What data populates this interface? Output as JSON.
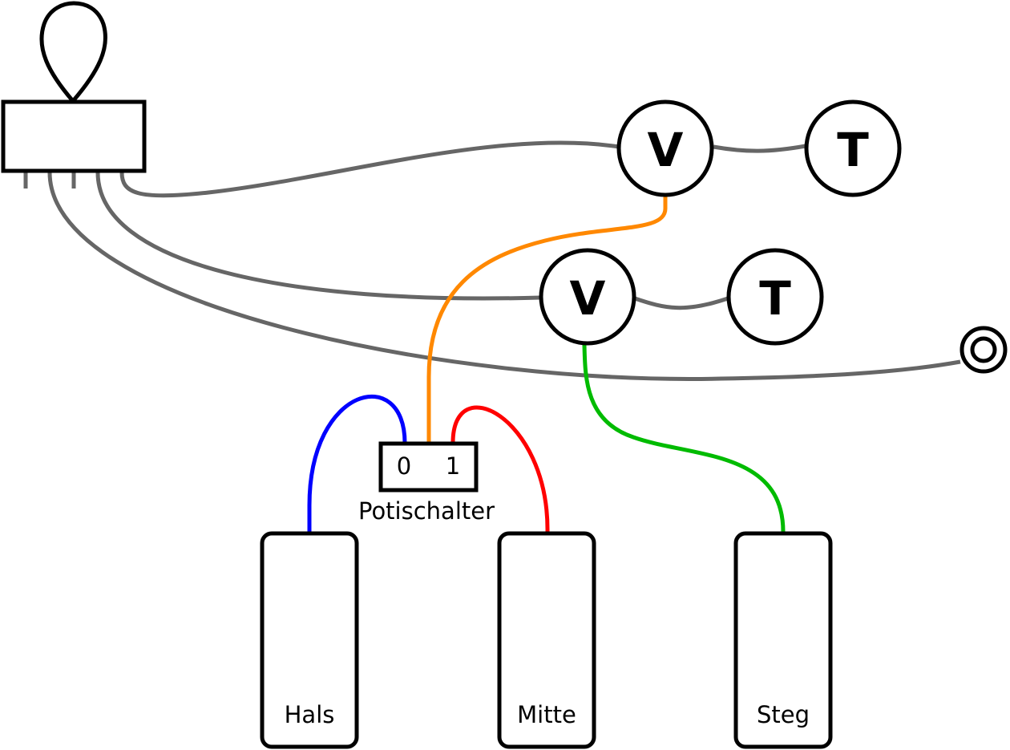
{
  "diagram": {
    "title": "",
    "colors": {
      "ground_wire": "#666666",
      "hals_wire": "#0000ff",
      "mitte_wire": "#ff0000",
      "switch_common_wire": "#ff8800",
      "steg_wire": "#00bb00",
      "outline": "#000000"
    },
    "toggle_switch": {
      "name": "three-way-toggle-switch"
    },
    "pots": [
      {
        "id": "volume-1",
        "letter": "V"
      },
      {
        "id": "tone-1",
        "letter": "T"
      },
      {
        "id": "volume-2",
        "letter": "V"
      },
      {
        "id": "tone-2",
        "letter": "T"
      }
    ],
    "output_jack": {
      "name": "output-jack"
    },
    "push_pull_switch": {
      "label": "Potischalter",
      "positions": [
        "0",
        "1"
      ]
    },
    "pickups": [
      {
        "id": "neck",
        "label": "Hals"
      },
      {
        "id": "middle",
        "label": "Mitte"
      },
      {
        "id": "bridge",
        "label": "Steg"
      }
    ]
  }
}
